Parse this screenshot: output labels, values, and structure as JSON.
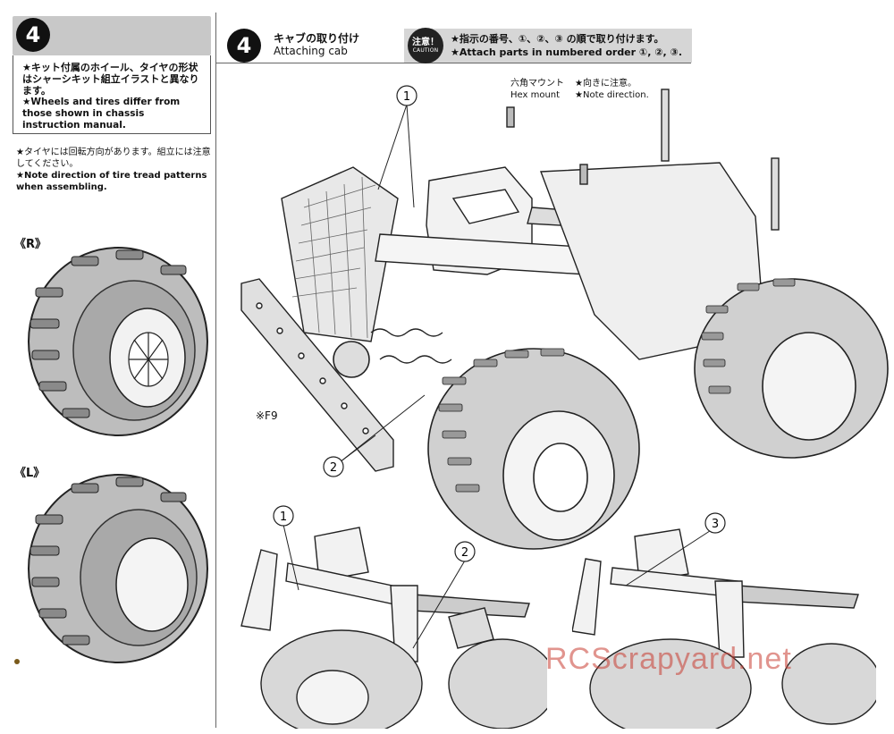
{
  "left": {
    "step_number": "4",
    "note_ja": "★キット付属のホイール、タイヤの形状はシャーシキット組立イラストと異なります。",
    "note_en": "★Wheels and tires differ from those shown in chassis instruction manual.",
    "tread_ja": "★タイヤには回転方向があります。組立には注意してください。",
    "tread_en": "★Note direction of tire tread patterns when assembling.",
    "wheel_r": "《R》",
    "wheel_l": "《L》"
  },
  "main": {
    "step_number": "4",
    "title_ja": "キャブの取り付け",
    "title_en": "Attaching cab",
    "caution_ja": "注意！",
    "caution_en": "CAUTION",
    "caution_text_ja": "★指示の番号、①、②、③ の順で取り付けます。",
    "caution_text_en": "★Attach parts in numbered order ①, ②, ③.",
    "hex_mount_ja": "六角マウント",
    "hex_mount_en": "Hex mount",
    "note_dir_ja": "★向きに注意。",
    "note_dir_en": "★Note direction.",
    "part_f9": "※F9",
    "callout_1": "1",
    "callout_2": "2",
    "callout_1b": "1",
    "callout_2b": "2",
    "callout_3": "3"
  },
  "watermark": "RCScrapyard.net"
}
